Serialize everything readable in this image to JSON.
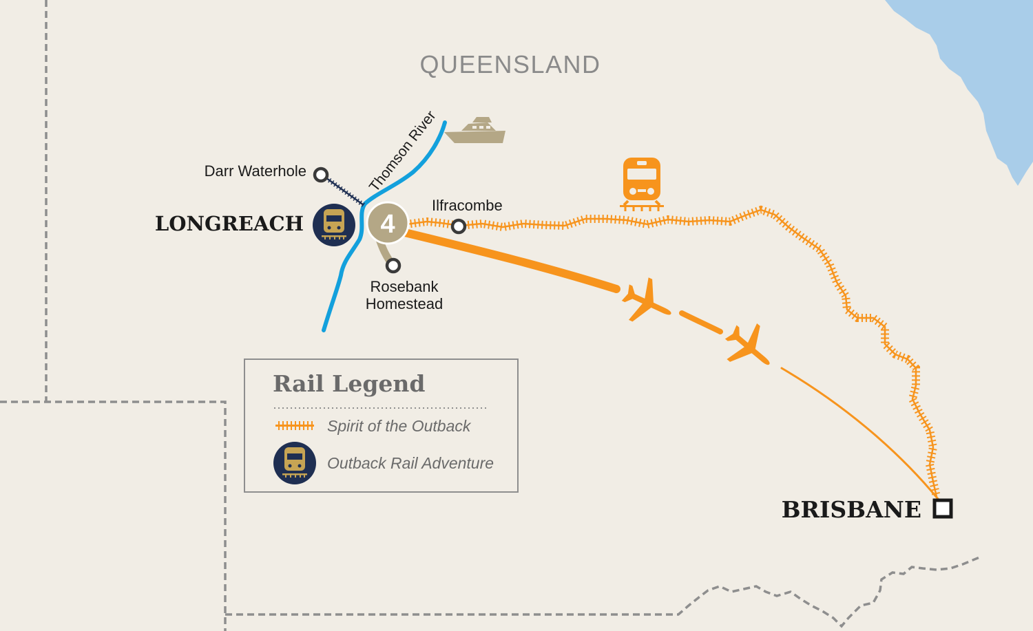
{
  "region_label": "QUEENSLAND",
  "river_label": "Thomson River",
  "places": {
    "longreach": "LONGREACH",
    "brisbane": "BRISBANE",
    "darr": "Darr Waterhole",
    "ilfracombe": "Ilfracombe",
    "rosebank_line1": "Rosebank",
    "rosebank_line2": "Homestead"
  },
  "day_marker": "4",
  "legend": {
    "title": "Rail Legend",
    "items": [
      {
        "label": "Spirit of the Outback",
        "icon": "railway-track-icon"
      },
      {
        "label": "Outback Rail Adventure",
        "icon": "train-badge-icon"
      }
    ]
  },
  "colors": {
    "land": "#f1ede5",
    "water": "#a9cde9",
    "river": "#13a0dc",
    "rail_orange": "#f7941d",
    "navy": "#1f2f52",
    "gold": "#c6a454",
    "tan": "#b4a786",
    "border": "#8e8e8e",
    "text_dark": "#1a1a1a",
    "text_grey": "#8a8a8a"
  }
}
